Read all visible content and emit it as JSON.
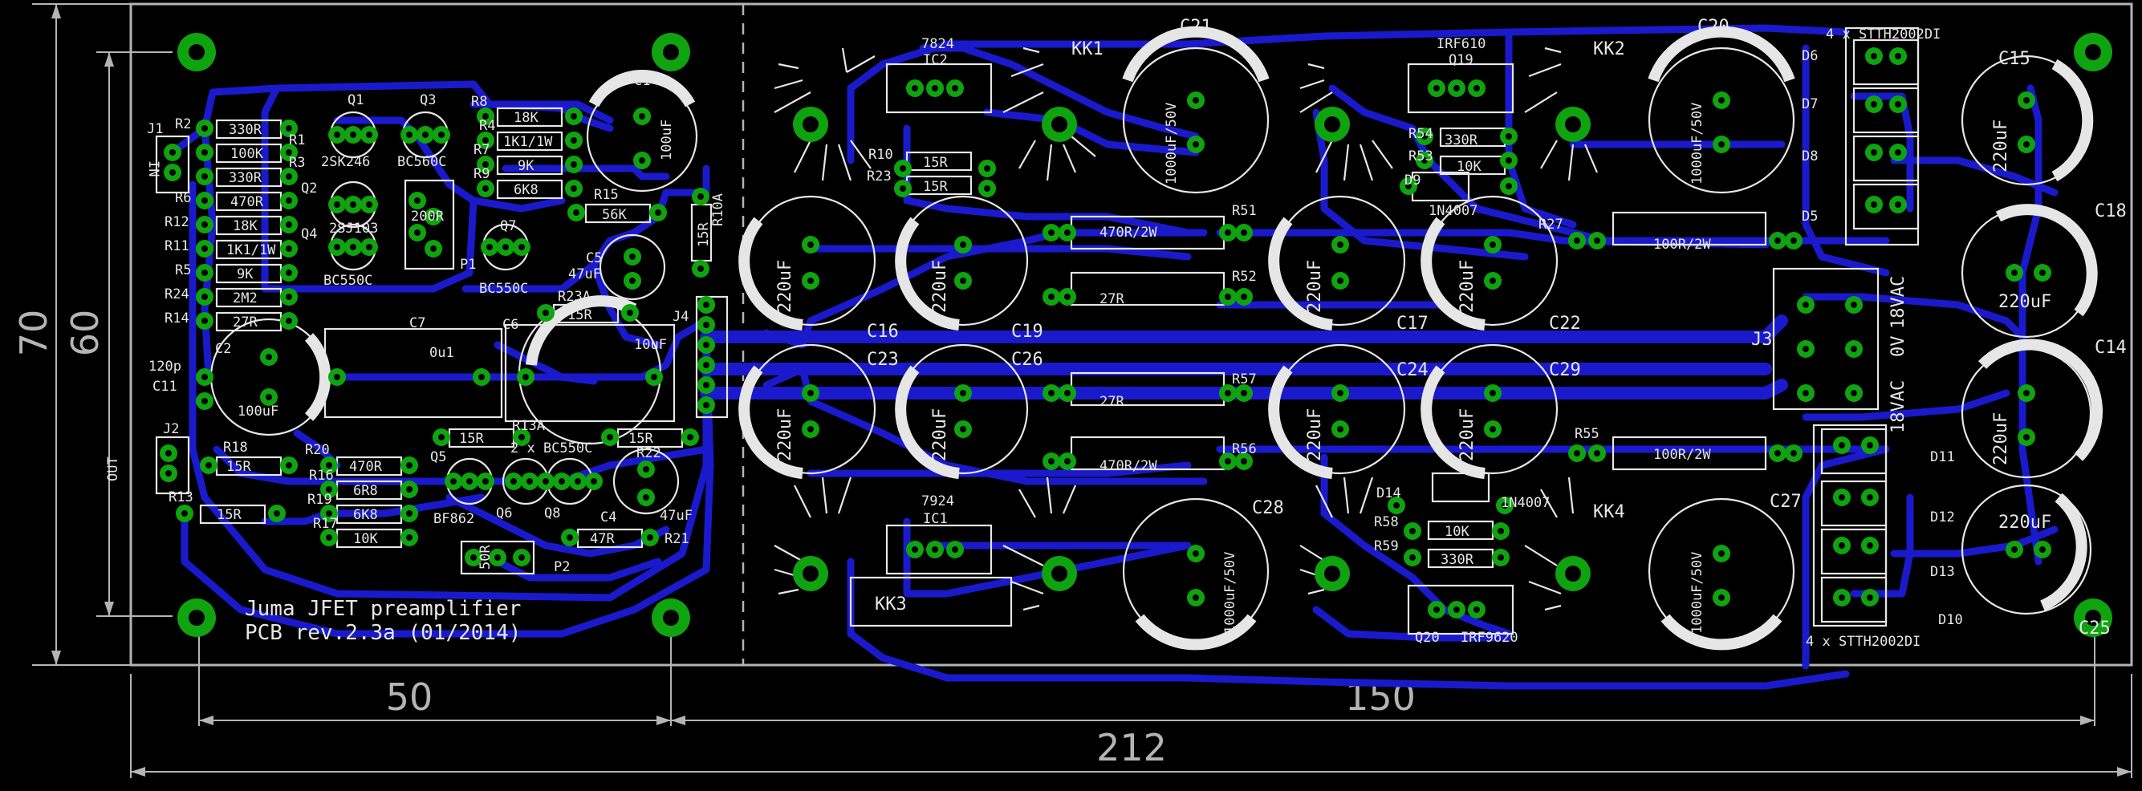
{
  "board": {
    "title_line1": "Juma JFET preamplifier",
    "title_line2": "PCB rev.2.3a (01/2014)"
  },
  "dimensions": {
    "left_width": "50",
    "right_width": "150",
    "total_width": "212",
    "outer_height": "70",
    "inner_height": "60"
  },
  "connectors": {
    "j1": "J1",
    "j1_in": "IN",
    "j2": "J2",
    "j2_out": "OUT",
    "j3": "J3",
    "j4": "J4",
    "p1": "P1",
    "p2": "P2",
    "vac_top": "18VAC",
    "vac_bottom": "18VAC",
    "zero_v": "0V"
  },
  "resistors": [
    {
      "ref": "R2",
      "value": "330R"
    },
    {
      "ref": "R1",
      "value": "100K"
    },
    {
      "ref": "R3",
      "value": "330R"
    },
    {
      "ref": "R6",
      "value": "470R"
    },
    {
      "ref": "R12",
      "value": "18K"
    },
    {
      "ref": "R11",
      "value": "1K1/1W"
    },
    {
      "ref": "R5",
      "value": "9K"
    },
    {
      "ref": "R24",
      "value": "2M2"
    },
    {
      "ref": "R14",
      "value": "27R"
    },
    {
      "ref": "R8",
      "value": "18K"
    },
    {
      "ref": "R4",
      "value": "1K1/1W"
    },
    {
      "ref": "R7",
      "value": "9K"
    },
    {
      "ref": "R9",
      "value": "6K8"
    },
    {
      "ref": "R15",
      "value": "56K"
    },
    {
      "ref": "R10A",
      "value": "15R"
    },
    {
      "ref": "R23A",
      "value": "15R"
    },
    {
      "ref": "R18",
      "value": "15R"
    },
    {
      "ref": "R20",
      "value": "470R"
    },
    {
      "ref": "R16",
      "value": "6R8"
    },
    {
      "ref": "R19",
      "value": "6K8"
    },
    {
      "ref": "R17",
      "value": "10K"
    },
    {
      "ref": "R13",
      "value": "15R"
    },
    {
      "ref": "R13A",
      "value": "15R"
    },
    {
      "ref": "R22",
      "value": "15R"
    },
    {
      "ref": "R21",
      "value": "47R"
    },
    {
      "ref": "R10",
      "value": "15R"
    },
    {
      "ref": "R23",
      "value": "15R"
    },
    {
      "ref": "R51",
      "value": "470R/2W"
    },
    {
      "ref": "R52",
      "value": "27R"
    },
    {
      "ref": "R54",
      "value": "330R"
    },
    {
      "ref": "R53",
      "value": "10K"
    },
    {
      "ref": "R27",
      "value": "100R/2W"
    },
    {
      "ref": "R57",
      "value": "27R"
    },
    {
      "ref": "R56",
      "value": "470R/2W"
    },
    {
      "ref": "R55",
      "value": "100R/2W"
    },
    {
      "ref": "R58",
      "value": "10K"
    },
    {
      "ref": "R59",
      "value": "330R"
    }
  ],
  "transistors": {
    "q1": "Q1",
    "q1_type": "2SK246",
    "q3": "Q3",
    "q3_type": "BC560C",
    "q2": "Q2",
    "q2_type": "2SJ103",
    "q4": "Q4",
    "q4_type": "BC550C",
    "q7": "Q7",
    "q7_type": "BC550C",
    "q5": "Q5",
    "q5_type": "BF862",
    "q6": "Q6",
    "q8": "Q8",
    "q68_type": "2 x BC550C",
    "q19": "Q19",
    "q19_type": "IRF610",
    "q20": "Q20",
    "q20_type": "IRF9620",
    "p1_value": "200R",
    "p2_value": "50R"
  },
  "regulators": {
    "ic2": "IC2",
    "ic2_type": "7824",
    "ic1": "IC1",
    "ic1_type": "7924"
  },
  "heatsinks": [
    "KK1",
    "KK2",
    "KK3",
    "KK4"
  ],
  "capacitors": {
    "c1": "C1",
    "c1_value": "100uF",
    "c2": "C2",
    "c2_value": "100uF",
    "c4": "C4",
    "c4_value": "47uF",
    "c5": "C5",
    "c5_value": "47uF",
    "c6": "C6",
    "c6_value": "10uF",
    "c7": "C7",
    "c7_value": "0u1",
    "c11": "C11",
    "c11_value": "120p",
    "c21": "C21",
    "c20": "C20",
    "c28": "C28",
    "c27": "C27",
    "big_value": "1000uF/50V",
    "c15": "C15",
    "c18": "C18",
    "c14": "C14",
    "c25": "C25",
    "c16": "C16",
    "c19": "C19",
    "c17": "C17",
    "c22": "C22",
    "c23": "C23",
    "c26": "C26",
    "c24": "C24",
    "c29": "C29",
    "mid_value": "220uF"
  },
  "diodes": {
    "d6": "D6",
    "d7": "D7",
    "d8": "D8",
    "d5": "D5",
    "d11": "D11",
    "d12": "D12",
    "d13": "D13",
    "d10": "D10",
    "stth": "4 x STTH2002DI",
    "d9": "D9",
    "d14": "D14",
    "n4007": "1N4007"
  },
  "colors": {
    "background": "#000000",
    "outline": "#b4b4b4",
    "trace": "#1a1acc",
    "pad": "#0fa30f",
    "silkscreen": "#e6e6e6"
  }
}
